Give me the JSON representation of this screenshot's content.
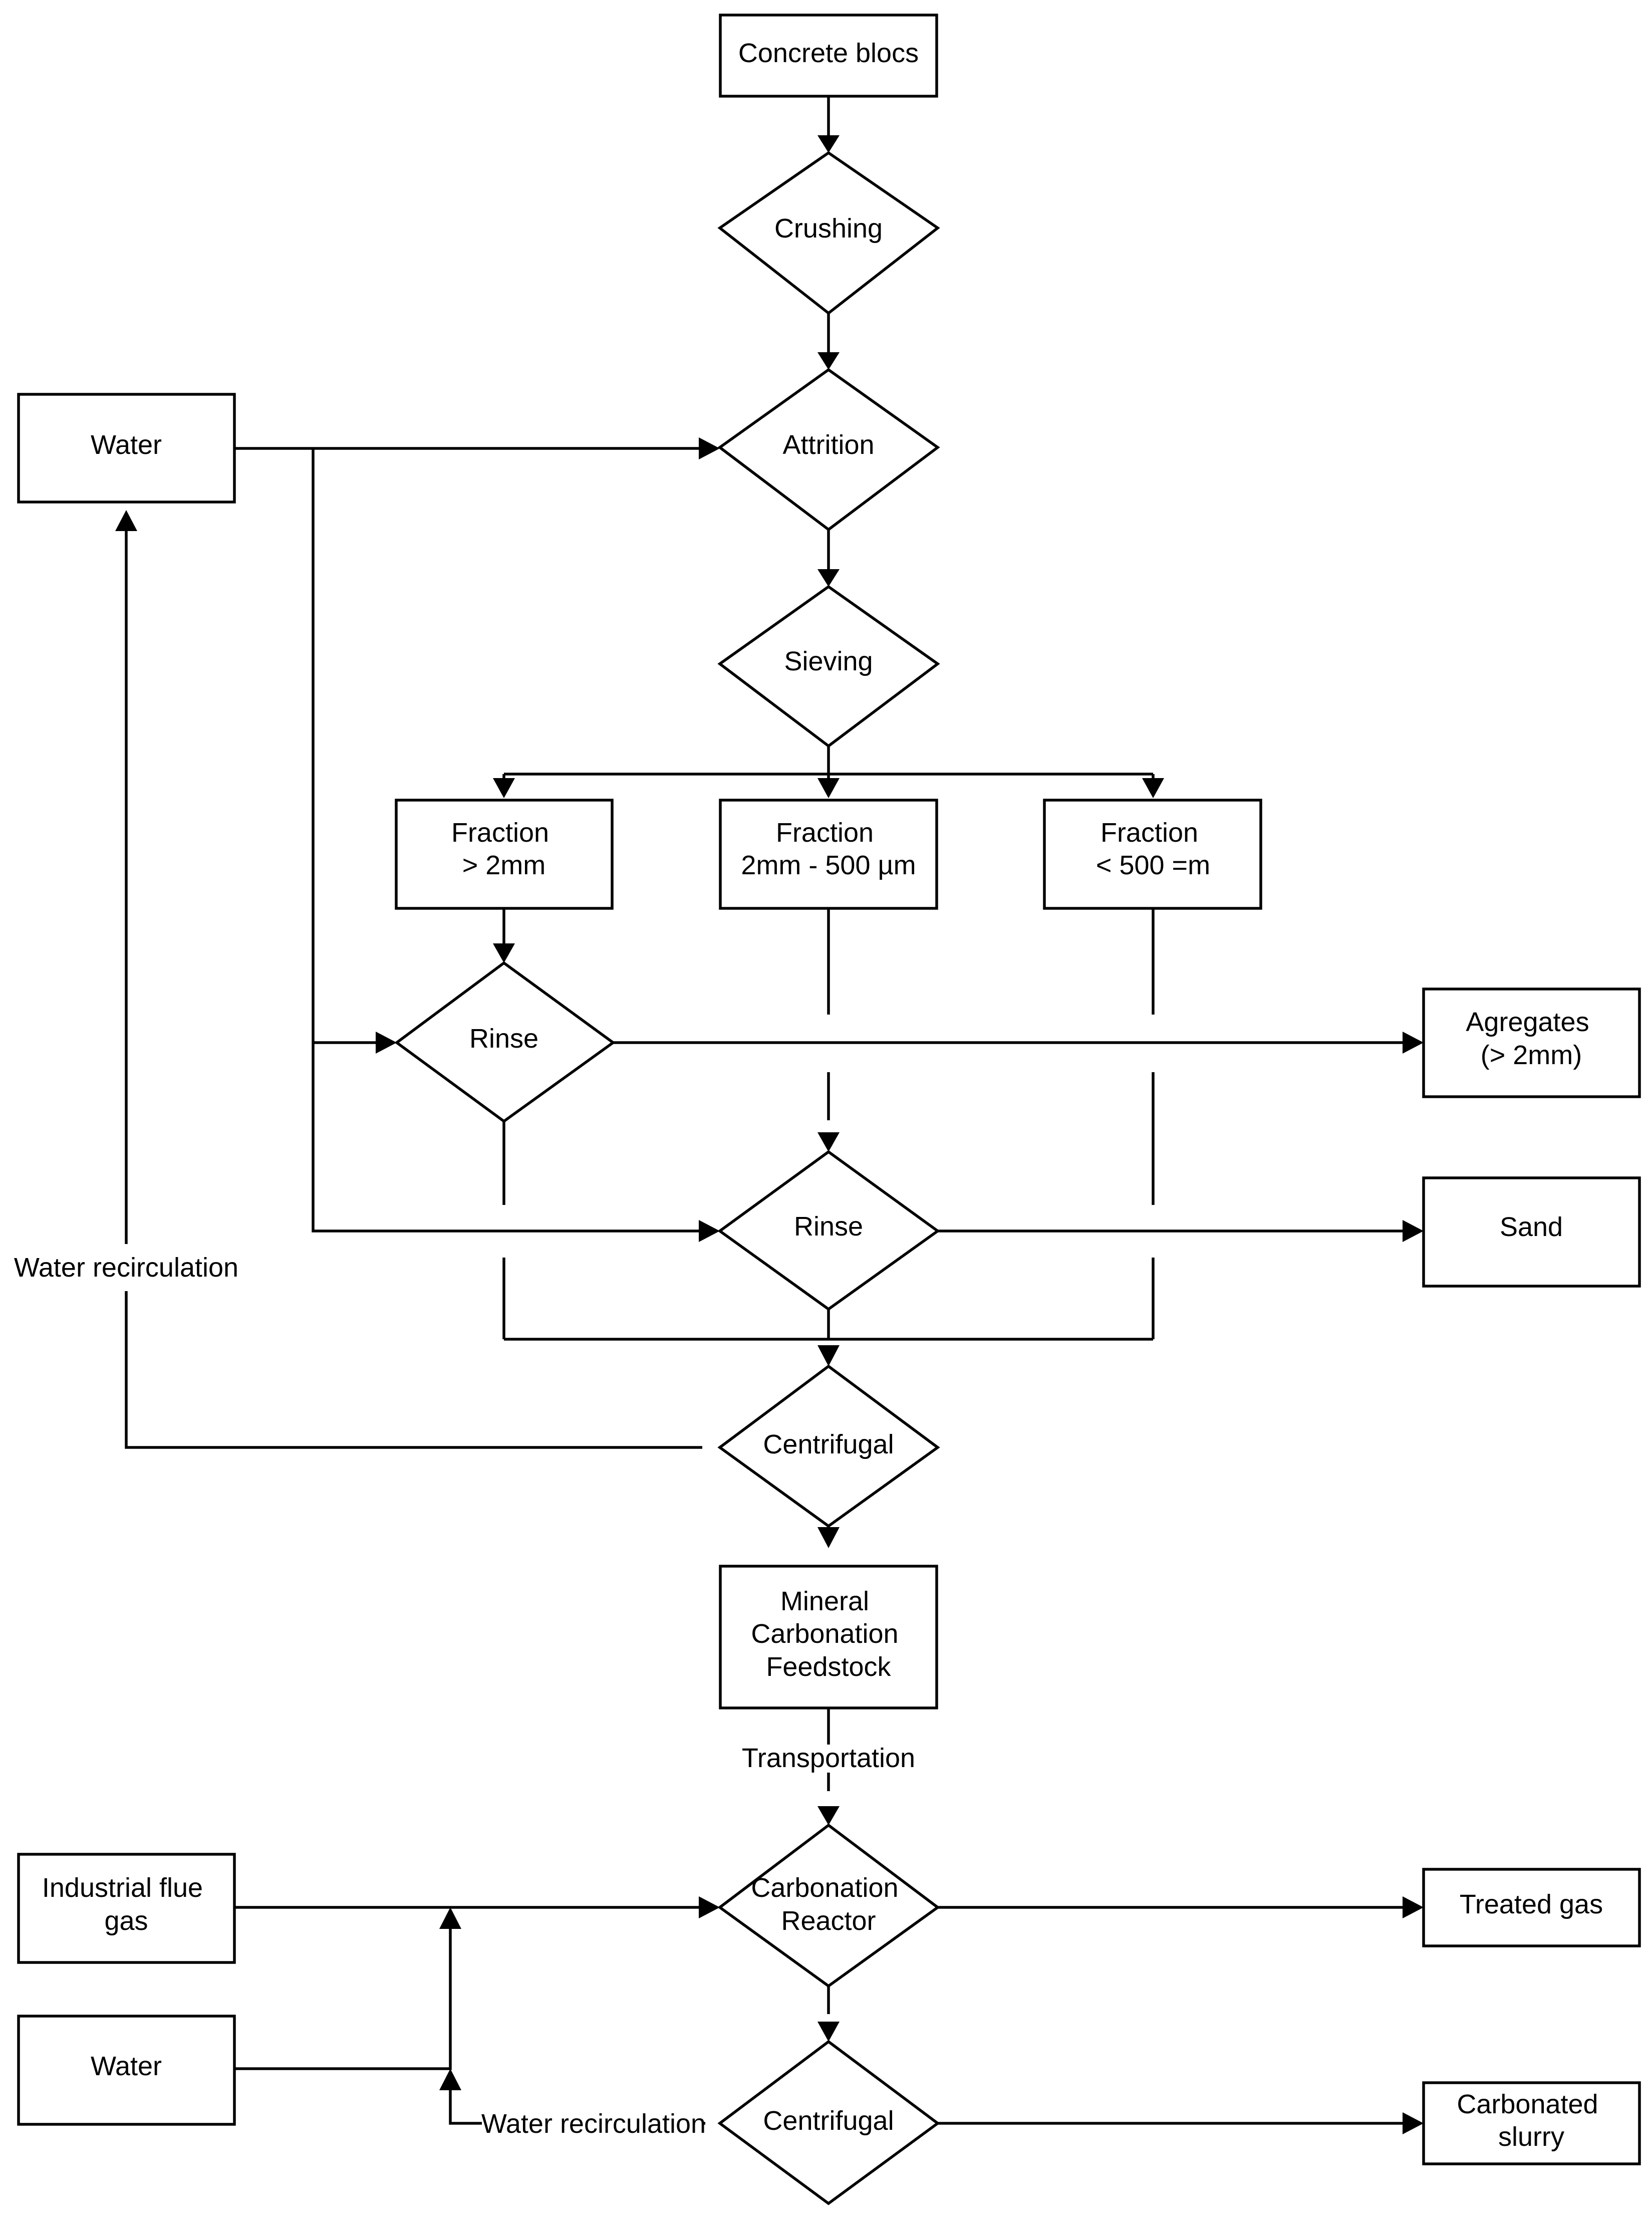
{
  "nodes": {
    "concrete_blocs": [
      "Concrete blocs"
    ],
    "crushing": [
      "Crushing"
    ],
    "attrition": [
      "Attrition"
    ],
    "sieving": [
      "Sieving"
    ],
    "water_top": [
      "Water"
    ],
    "fraction_large": [
      "Fraction",
      "> 2mm"
    ],
    "fraction_mid": [
      "Fraction",
      "2mm - 500 µm"
    ],
    "fraction_small": [
      "Fraction",
      "< 500 =m"
    ],
    "rinse_1": [
      "Rinse"
    ],
    "rinse_2": [
      "Rinse"
    ],
    "agregates": [
      "Agregates",
      "(> 2mm)"
    ],
    "sand": [
      "Sand"
    ],
    "centrifugal_1": [
      "Centrifugal"
    ],
    "mineral_feedstock": [
      "Mineral",
      "Carbonation",
      "Feedstock"
    ],
    "carbonation_reactor": [
      "Carbonation",
      "Reactor"
    ],
    "industrial_flue_gas": [
      "Industrial flue",
      "gas"
    ],
    "water_bottom": [
      "Water"
    ],
    "treated_gas": [
      "Treated gas"
    ],
    "centrifugal_2": [
      "Centrifugal"
    ],
    "carbonated_slurry": [
      "Carbonated",
      "slurry"
    ]
  },
  "edge_labels": {
    "water_recirculation_1": "Water recirculation",
    "transportation": "Transportation",
    "water_recirculation_2": "Water recirculation"
  }
}
